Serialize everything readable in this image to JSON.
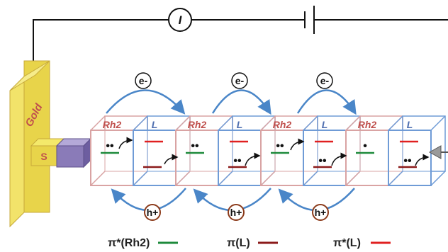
{
  "circuit": {
    "current_label": "I"
  },
  "electrode": {
    "gold_label": "Gold",
    "s_label": "S"
  },
  "cubes": [
    {
      "kind": "rh",
      "label": "Rh2",
      "dots": "••"
    },
    {
      "kind": "l",
      "label": "L",
      "dots": ""
    },
    {
      "kind": "rh",
      "label": "Rh2",
      "dots": "••"
    },
    {
      "kind": "l",
      "label": "L",
      "dots": "••"
    },
    {
      "kind": "rh",
      "label": "Rh2",
      "dots": "••"
    },
    {
      "kind": "l",
      "label": "L",
      "dots": "••"
    },
    {
      "kind": "rh",
      "label": "Rh2",
      "dots": "•"
    },
    {
      "kind": "l",
      "label": "L",
      "dots": "••"
    }
  ],
  "electron_label": "e-",
  "hole_label": "h+",
  "legend": [
    {
      "text": "π*(Rh2)",
      "color": "#1e8a3c"
    },
    {
      "text": "π(L)",
      "color": "#8b1a1a"
    },
    {
      "text": "π*(L)",
      "color": "#e02020"
    }
  ],
  "colors": {
    "gold": "#e8d44a",
    "rh_cube": "#d9a3a3",
    "l_cube": "#6f9bd6",
    "arrow": "#4a86c8",
    "hole_ring": "#8b3a1a",
    "linker": "#8a7bb8"
  }
}
